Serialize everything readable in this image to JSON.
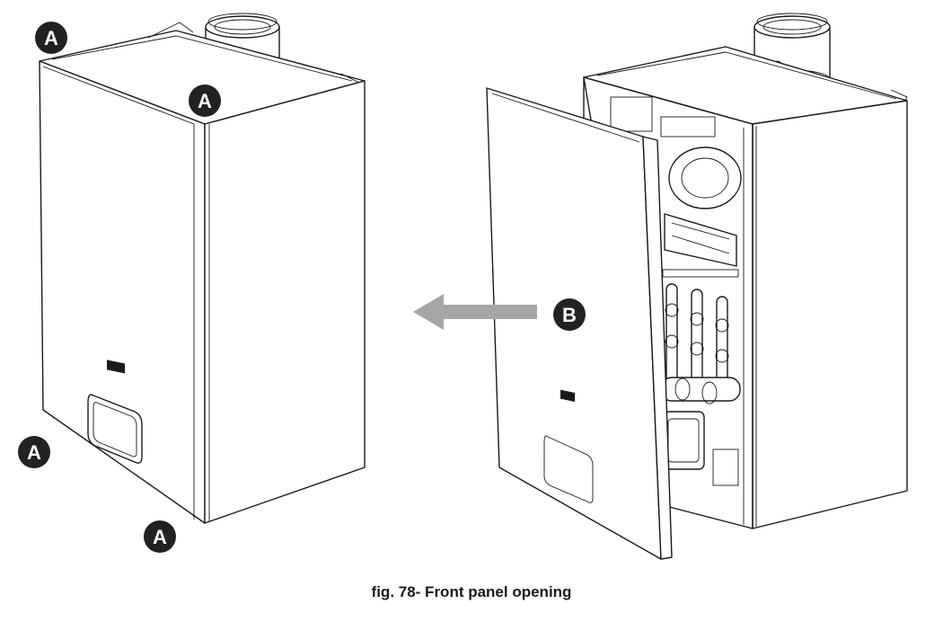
{
  "callouts": {
    "a_label": "A",
    "b_label": "B"
  },
  "caption": "fig. 78- Front panel opening",
  "colors": {
    "badge": "#222222",
    "arrow": "#a6a6a6",
    "outline": "#1a1a1a"
  },
  "icons": {
    "arrow": "arrow-left-icon",
    "logo": "brand-logo-icon"
  }
}
